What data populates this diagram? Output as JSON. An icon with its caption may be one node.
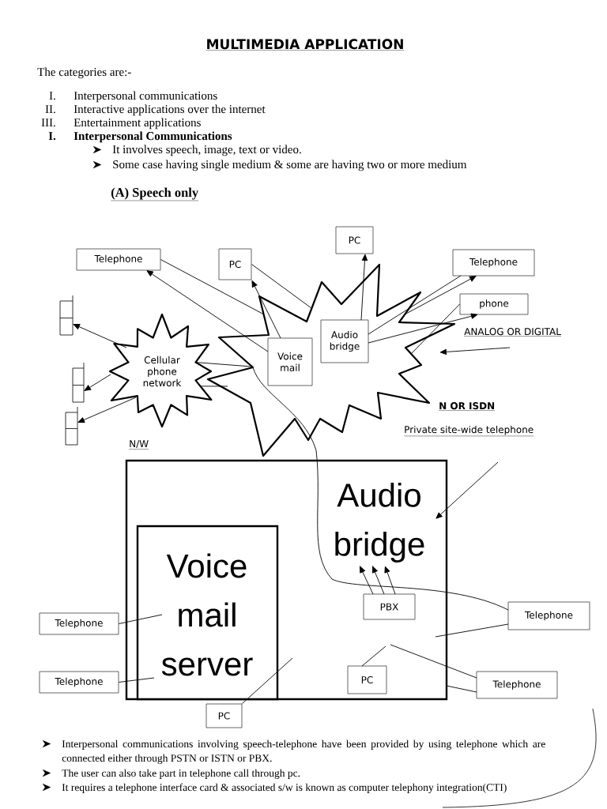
{
  "diagram": {
    "title": "MULTIMEDIA APPLICATION",
    "nodes": [
      {
        "text": [
          "PC"
        ]
      },
      {
        "text": [
          "Telephone"
        ]
      },
      {
        "text": [
          "PC"
        ]
      },
      {
        "text": [
          "Telephone"
        ]
      },
      {
        "text": [
          "phone"
        ]
      },
      {
        "text": [],
        "shape": "star"
      },
      {
        "text": [
          "Voice mail"
        ],
        "in": 5
      },
      {
        "text": [
          "Audio bridge"
        ],
        "in": 5
      },
      {
        "text": [
          "Cellular phone network"
        ]
      },
      {
        "text": [],
        "shape": "phone"
      },
      {
        "text": [],
        "shape": "phone"
      },
      {
        "text": [],
        "shape": "phone"
      },
      {
        "text": [],
        "shape": "box"
      },
      {
        "text": [
          "Audio bridge"
        ],
        "in": 12
      },
      {
        "text": [
          "Voice mail server"
        ],
        "in": 12
      },
      {
        "text": [
          "PBX"
        ],
        "in": 12
      },
      {
        "text": [
          "PC"
        ],
        "in": 12
      },
      {
        "text": [
          "Telephone"
        ]
      },
      {
        "text": [
          "Telephone"
        ]
      },
      {
        "text": [
          "Telephone"
        ]
      },
      {
        "text": [
          "Telephone"
        ]
      },
      {
        "text": [
          "PC"
        ]
      }
    ],
    "edges": [
      {
        "from": 1,
        "to": 5,
        "arrow": "none"
      },
      {
        "from": 6,
        "to": 1,
        "arrow": "to"
      },
      {
        "from": 2,
        "to": 5,
        "arrow": "none"
      },
      {
        "from": 6,
        "to": 2,
        "arrow": "to"
      },
      {
        "from": 7,
        "to": 0,
        "arrow": "to"
      },
      {
        "from": 7,
        "to": 3,
        "arrow": "none"
      },
      {
        "from": 5,
        "to": 3,
        "arrow": "to"
      },
      {
        "from": 7,
        "to": 4,
        "arrow": "to"
      },
      {
        "from": 4,
        "to": 5,
        "arrow": "none"
      },
      {
        "from": null,
        "to": 5,
        "arrow": "to"
      },
      {
        "from": 8,
        "to": 9,
        "arrow": "to"
      },
      {
        "from": 8,
        "to": 10,
        "arrow": "to"
      },
      {
        "from": 8,
        "to": 11,
        "arrow": "to"
      },
      {
        "from": 8,
        "to": 5,
        "arrow": "none"
      },
      {
        "from": 8,
        "to": 5,
        "arrow": "none"
      },
      {
        "from": 5,
        "to": 18,
        "arrow": "none"
      },
      {
        "from": null,
        "to": 12,
        "arrow": "to"
      },
      {
        "from": 15,
        "to": 13,
        "arrow": "to"
      },
      {
        "from": 15,
        "to": 13,
        "arrow": "to"
      },
      {
        "from": 15,
        "to": 13,
        "arrow": "to"
      },
      {
        "from": 17,
        "to": 14,
        "arrow": "none"
      },
      {
        "from": 19,
        "to": 14,
        "arrow": "none"
      },
      {
        "from": 21,
        "to": null,
        "arrow": "none"
      },
      {
        "from": 16,
        "to": null,
        "arrow": "none"
      },
      {
        "from": 20,
        "to": null,
        "arrow": "none"
      },
      {
        "from": 18,
        "to": 12,
        "arrow": "none"
      },
      {
        "from": 12,
        "to": 20,
        "arrow": "none"
      }
    ],
    "labels": [
      "The categories are:-",
      "I.",
      "Interpersonal communications",
      "II.",
      "Interactive applications over the internet",
      "III.",
      "Entertainment applications",
      "I.",
      "Interpersonal Communications",
      "It involves speech, image, text or video.",
      "Some case having single medium & some are having two or more medium",
      "(A) Speech only",
      "ANALOG OR DIGITAL",
      "N OR ISDN",
      "Private site-wide telephone",
      "N/W",
      "Interpersonal communications involving speech-telephone have been provided by using telephone which are connected either through PSTN or ISTN or PBX.",
      "The user can also take part in telephone call through pc.",
      "It requires a telephone interface card & associated s/w is known as computer telephony integration(CTI)"
    ]
  }
}
